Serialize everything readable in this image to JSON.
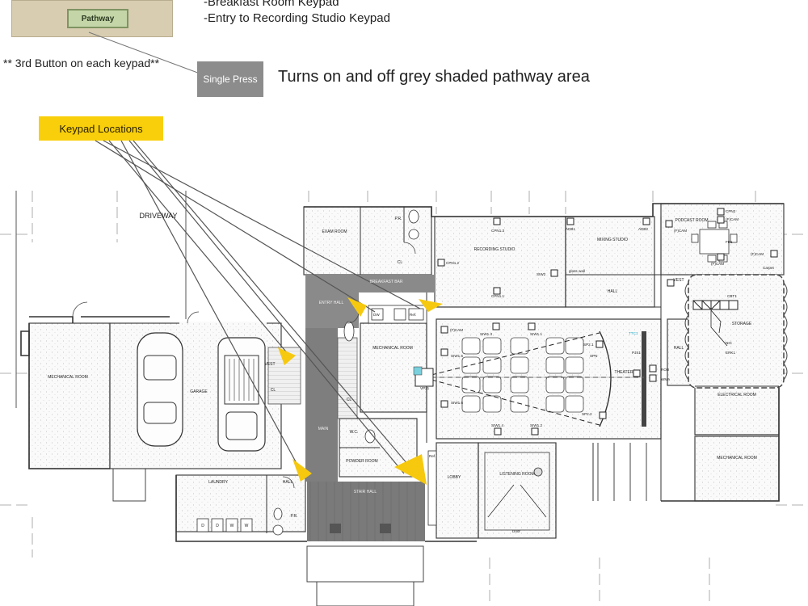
{
  "keypad_button_label": "Pathway",
  "keypad_list": [
    "-Breakfast Room Keypad",
    "-Entry to Recording Studio Keypad"
  ],
  "note_third_button": "** 3rd Button on each keypad**",
  "press_type": "Single Press",
  "press_action": "Turns on and off grey shaded pathway area",
  "keypad_locations_label": "Keypad Locations",
  "colors": {
    "callout_yellow": "#f8cf0a",
    "pathway_grey": "#7e7e7e",
    "arrow_yellow": "#f6c90f"
  },
  "rooms": {
    "driveway": "DRIVEWAY",
    "exam": "EXAM ROOM",
    "pr1": "P.R.",
    "cl1": "CL",
    "recording": "RECORDING STUDIO",
    "mixing": "MIXING STUDIO",
    "podcast": "PODCAST ROOM",
    "breakfast": "BREAKFAST BAR",
    "entry": "ENTRY HALL",
    "hall1": "HALL",
    "vest1": "VEST",
    "storage": "STORAGE",
    "mech1": "MECHANICAL ROOM",
    "mech2": "MECHANICAL ROOM",
    "mech3": "MECHANICAL ROOM",
    "garage": "GARAGE",
    "vest2": "VEST",
    "cl2": "CL",
    "cl3": "CL",
    "theater": "THEATER",
    "hall2": "HALL",
    "electrical": "ELECTRICAL ROOM",
    "main": "MAIN",
    "wc": "W.C.",
    "powder": "POWDER ROOM",
    "laundry": "LAUNDRY",
    "hall3": "HALL",
    "pr2": "P.R.",
    "stair": "STAIR HALL",
    "lobby": "LOBBY",
    "listening": "LISTENING ROOM"
  },
  "device_labels": {
    "cpn2": "CPN2",
    "fcam1": "(F)CAM",
    "fcam2": "(F)CAM",
    "fcam3": "(F)CAM",
    "fcam4": "(F)CAM",
    "fcam5": "(F)CAM",
    "fb1": "FB1",
    "cpn13": "CPN1.3",
    "adb1": "ADB1",
    "adb2": "ADB2",
    "cpn12": "CPN1.2",
    "cpn11": "CPN1.1",
    "siw2": "SIW2",
    "cbt1": "CBT1",
    "nic": "NIC",
    "erk1": "ERK1",
    "siw13": "SIW1.3",
    "siw11": "SIW1.1",
    "siw15": "SIW1.5",
    "siw16": "SIW1.6",
    "siw14": "SIW1.4",
    "siw12": "SIW1.2",
    "sp21": "SP2.1",
    "sp22": "SP2.2",
    "spn": "SPN",
    "pjs1": "PJS1",
    "ttc1": "TTC1",
    "vp21": "VP21",
    "dw": "DW",
    "ref1": "Ref.",
    "ref2": "Ref.",
    "gloss": "gloss wall",
    "wma": "WMA",
    "rob": "ROB",
    "door": "Door",
    "carpet": "Carpet"
  },
  "laundry_appliances": [
    "D",
    "D",
    "W",
    "W"
  ]
}
